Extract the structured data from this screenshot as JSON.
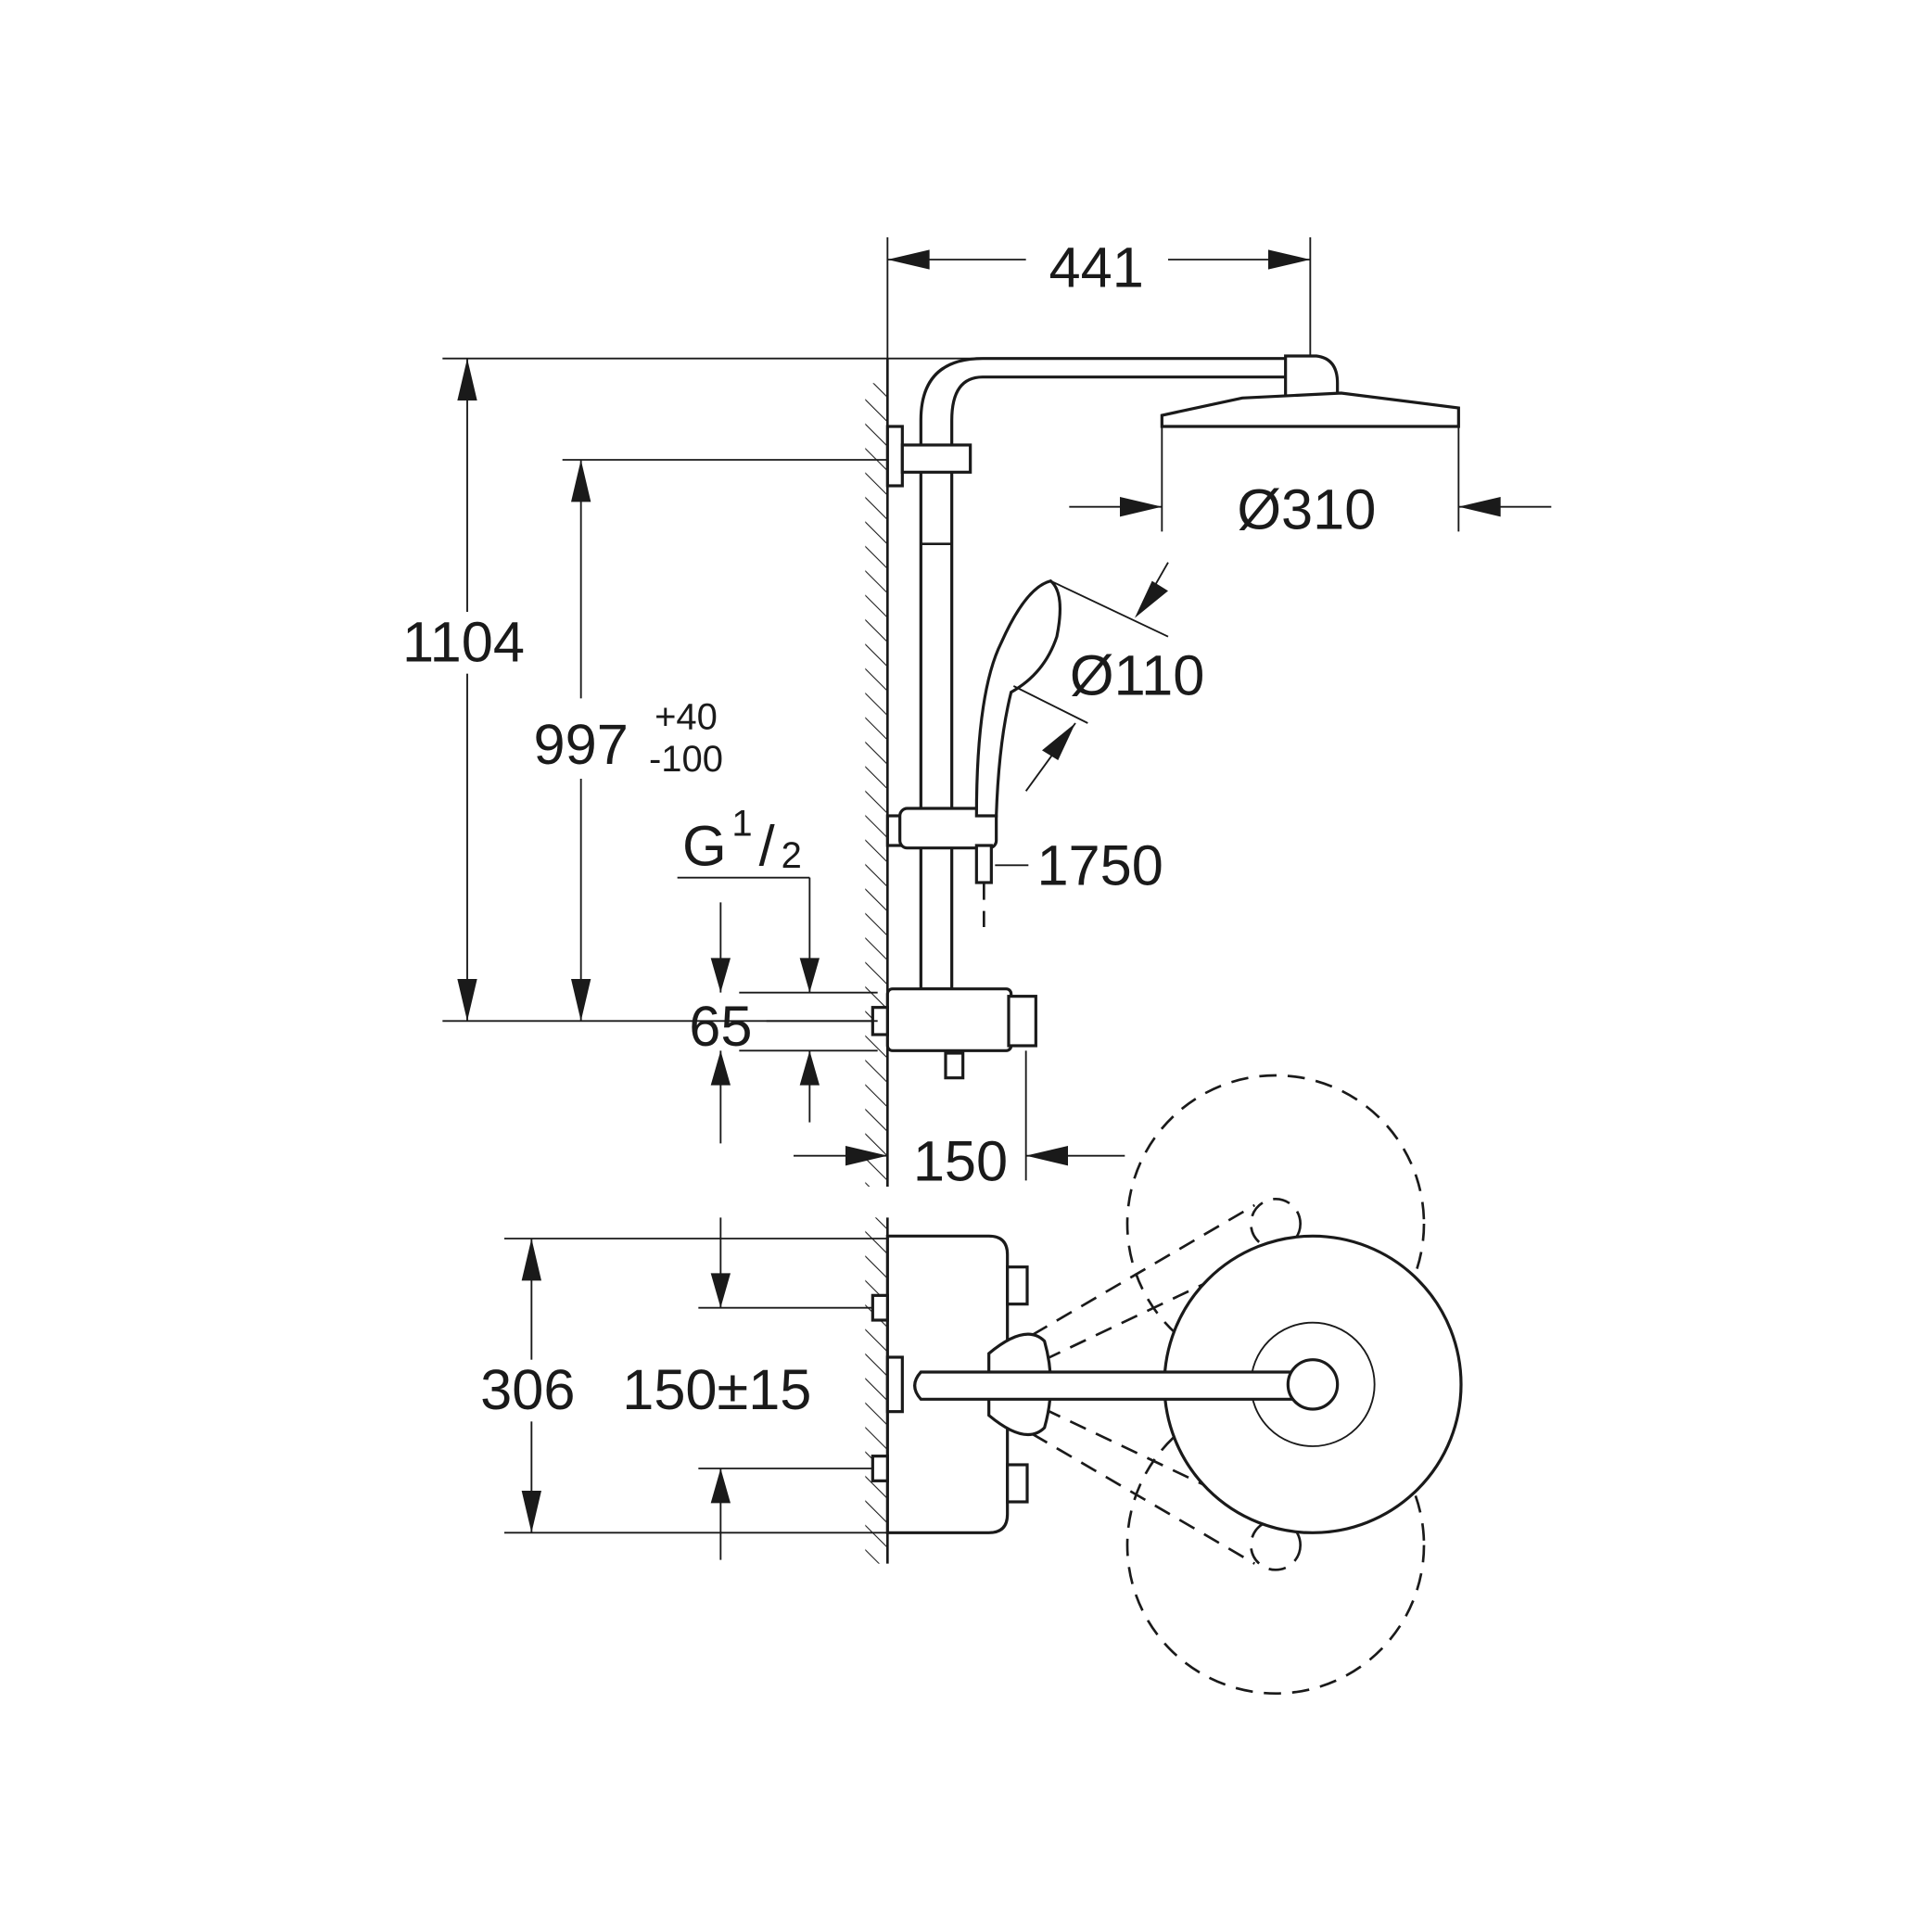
{
  "drawing": {
    "dimensions": {
      "arm_projection": "441",
      "head_diameter": "Ø310",
      "hand_shower_diameter": "Ø110",
      "total_height": "1104",
      "adjust_height": "997",
      "adjust_tol_plus": "+40",
      "adjust_tol_minus": "-100",
      "thread_g": "G",
      "thread_num": "1",
      "thread_slash": "/",
      "thread_den": "2",
      "hose_length": "1750",
      "inlet_offset": "65",
      "mixer_depth": "150",
      "plan_width": "306",
      "inlet_spacing": "150±15"
    }
  }
}
